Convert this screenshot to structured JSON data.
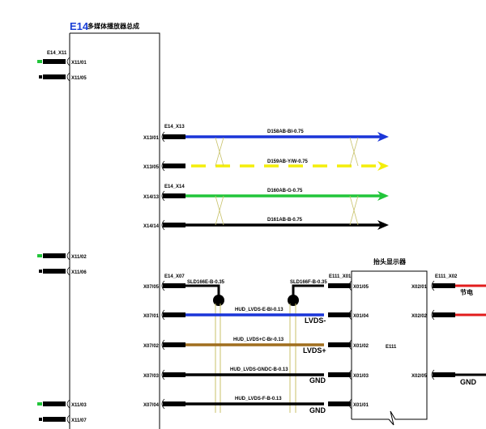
{
  "module_main": {
    "code": "E14",
    "name": "多媒体播放器总成"
  },
  "connectors": {
    "x11": "E14_X11",
    "x13": "E14_X13",
    "x14": "E14_X14",
    "x07": "E14_X07",
    "e111_x01": "E111_X01",
    "e111_x02": "E111_X02"
  },
  "pins_x11": [
    "X11/01",
    "X11/05",
    "X11/02",
    "X11/06",
    "X11/03",
    "X11/07"
  ],
  "pins_x13_x14": [
    "X13/01",
    "X13/05",
    "X14/13",
    "X14/14"
  ],
  "wires_top": [
    {
      "label": "D158AB-Bl-0.75",
      "color": "#1a35d8"
    },
    {
      "label": "D159AB-Y/W-0.75",
      "color": "#f4ee0a"
    },
    {
      "label": "D160AB-G-0.75",
      "color": "#22c53a"
    },
    {
      "label": "D161AB-B-0.75",
      "color": "#000000"
    }
  ],
  "pins_x07": [
    "X07/05",
    "X07/01",
    "X07/02",
    "X07/03",
    "X07/04"
  ],
  "shields": [
    "SLD166E-B-0.35",
    "SLD166F-B-0.35"
  ],
  "wires_bottom": [
    {
      "label": "HUD_LVDS-E-Bl-0.13",
      "net": "LVDS-",
      "color": "#1a35d8"
    },
    {
      "label": "HUD_LVDS+C-Br-0.13",
      "net": "LVDS+",
      "color": "#a06e1e"
    },
    {
      "label": "HUD_LVDS-GNDC-B-0.13",
      "net": "GND",
      "color": "#000000"
    },
    {
      "label": "HUD_LVDS-F-B-0.13",
      "net": "GND",
      "color": "#000000"
    }
  ],
  "hud": {
    "title": "抬头显示器",
    "code": "E111"
  },
  "pins_e111_x01": [
    "X01/05",
    "X01/04",
    "X01/02",
    "X01/03",
    "X01/01"
  ],
  "pins_e111_x02": [
    "X02/01",
    "X02/02",
    "X02/05"
  ],
  "right_labels": {
    "power": "节电",
    "gnd": "GND"
  }
}
